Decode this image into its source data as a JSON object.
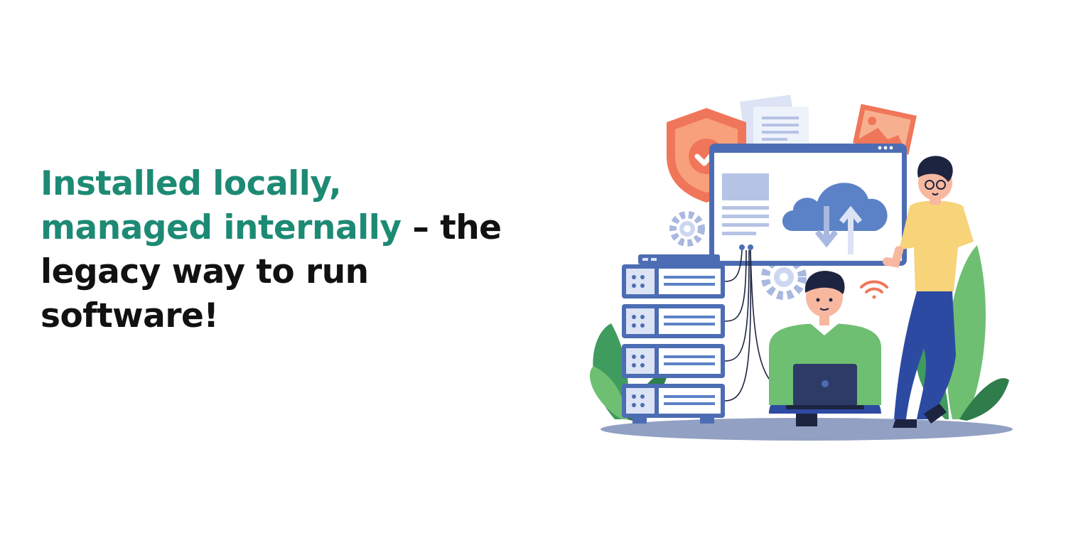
{
  "headline": {
    "line1": "Installed locally,",
    "line2_accent": "managed internally",
    "line2_rest": " – the",
    "line3": "legacy way to run",
    "line4": "software!"
  },
  "colors": {
    "accent": "#1d8a74",
    "text": "#111111",
    "server_blue": "#4c6db3",
    "cloud_blue": "#5b82c6",
    "shield_orange": "#f0765a",
    "plant_green": "#3f9b5e",
    "shirt_green": "#6fbf73",
    "shirt_yellow": "#f7d37a",
    "floor_shadow": "#7f8fb8"
  },
  "icons": {
    "shield": "shield-check-icon",
    "cloud": "cloud-sync-icon",
    "gear": "gear-icon",
    "wifi": "wifi-icon",
    "document": "document-icon",
    "image": "image-icon",
    "laptop": "laptop-icon"
  }
}
